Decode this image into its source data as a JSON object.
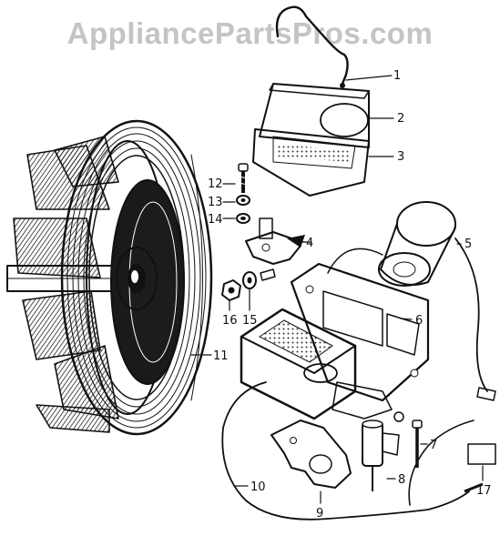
{
  "watermark": "AppliancePartsPros.com",
  "colors": {
    "ink": "#111111",
    "paper": "#ffffff",
    "watermark": "#c4c4c4"
  },
  "callouts": {
    "c1": "1",
    "c2": "2",
    "c3": "3",
    "c4": "4",
    "c5": "5",
    "c6": "6",
    "c7": "7",
    "c8": "8",
    "c9": "9",
    "c10": "10",
    "c11": "11",
    "c12": "12",
    "c13": "13",
    "c14": "14",
    "c15": "15",
    "c16": "16",
    "c17": "17"
  }
}
